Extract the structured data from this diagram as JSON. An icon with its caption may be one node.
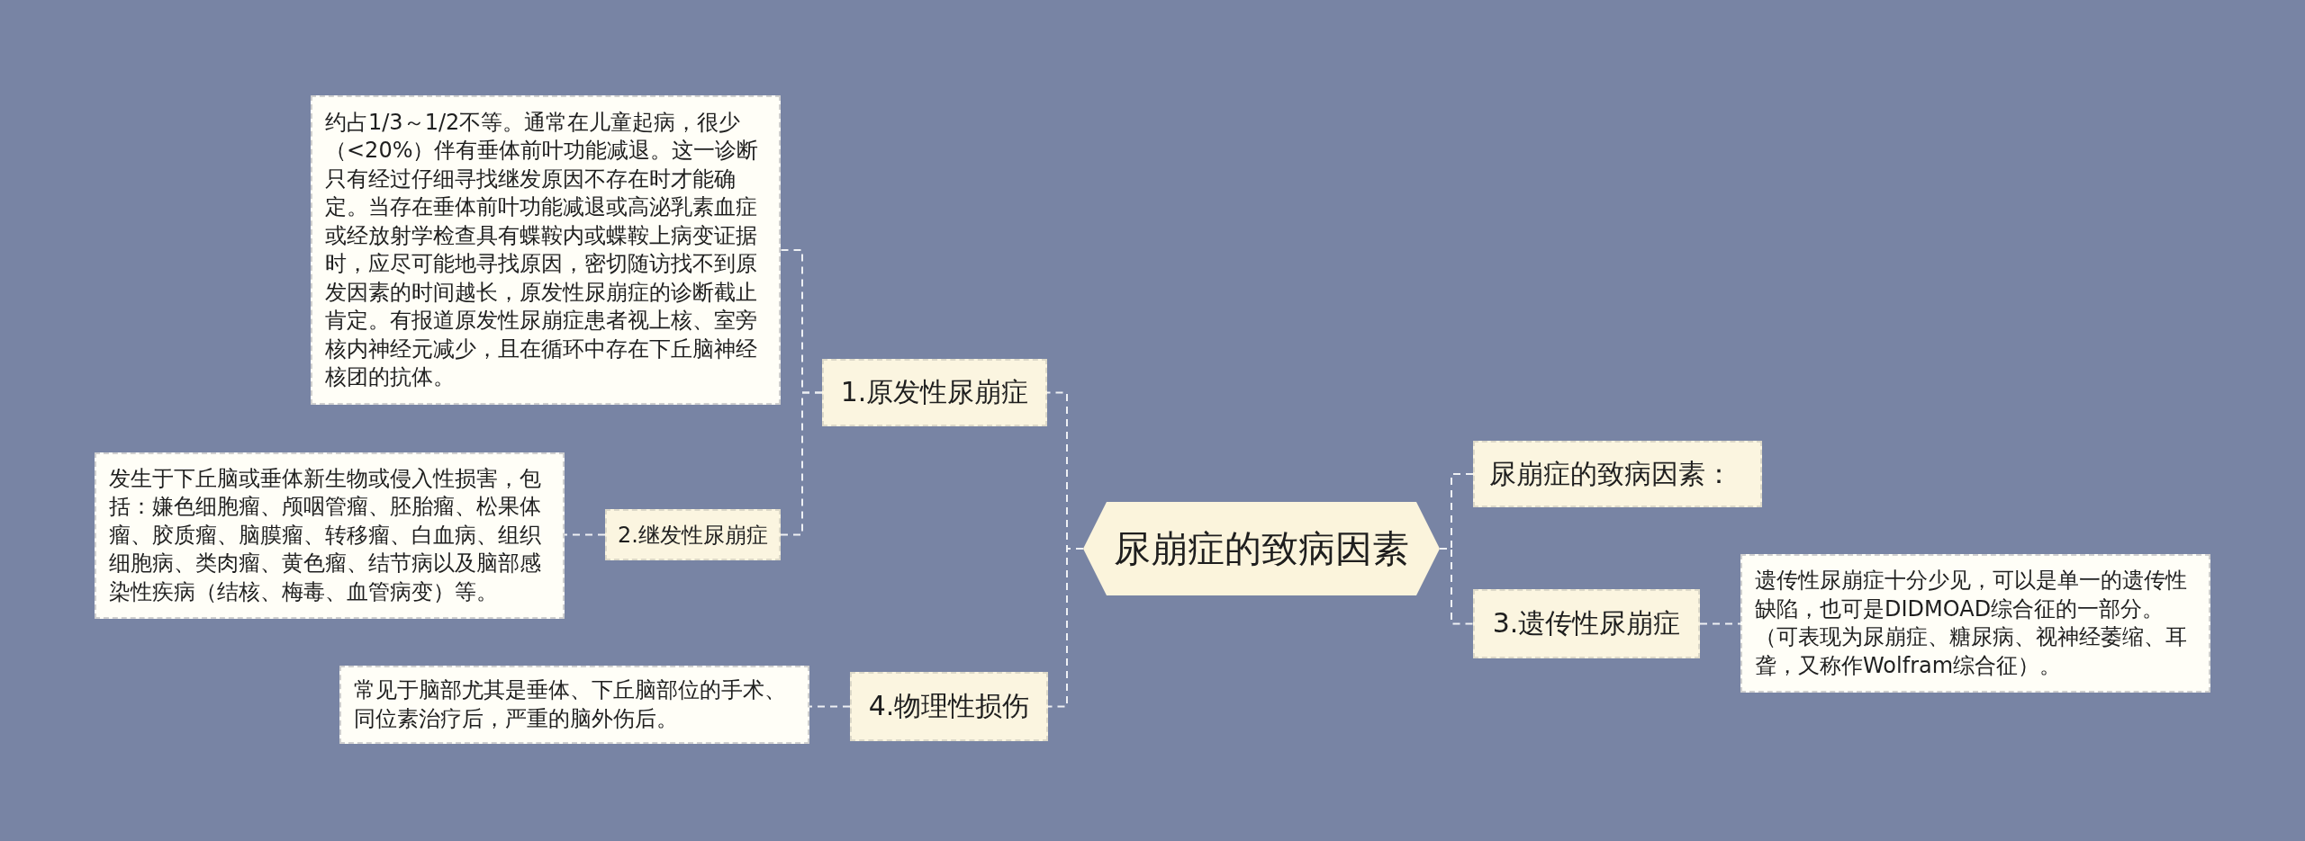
{
  "diagram": {
    "nodes": [
      {
        "text": [
          "尿崩症的致病因素"
        ]
      },
      {
        "text": [
          "1.原发性尿崩症"
        ]
      },
      {
        "text": [
          "约占1/3～1/2不等。通常在儿童起病，很少（<20%）伴有垂体前叶功能减退。这一诊断只有经过仔细寻找继发原因不存在时才能确定。当存在垂体前叶功能减退或高泌乳素血症或经放射学检查具有蝶鞍内或蝶鞍上病变证据时，应尽可能地寻找原因，密切随访找不到原发因素的时间越长，原发性尿崩症的诊断截止肯定。有报道原发性尿崩症患者视上核、室旁核内神经元减少，且在循环中存在下丘脑神经核团的抗体。"
        ]
      },
      {
        "text": [
          "2.继发性尿崩症"
        ]
      },
      {
        "text": [
          "发生于下丘脑或垂体新生物或侵入性损害，包括：嫌色细胞瘤、颅咽管瘤、胚胎瘤、松果体瘤、胶质瘤、脑膜瘤、转移瘤、白血病、组织细胞病、类肉瘤、黄色瘤、结节病以及脑部感染性疾病（结核、梅毒、血管病变）等。"
        ]
      },
      {
        "text": [
          "4.物理性损伤"
        ]
      },
      {
        "text": [
          "常见于脑部尤其是垂体、下丘脑部位的手术、同位素治疗后，严重的脑外伤后。"
        ]
      },
      {
        "text": [
          "尿崩症的致病因素："
        ]
      },
      {
        "text": [
          "3.遗传性尿崩症"
        ]
      },
      {
        "text": [
          "遗传性尿崩症十分少见，可以是单一的遗传性缺陷，也可是DIDMOAD综合征的一部分。（可表现为尿崩症、糖尿病、视神经萎缩、耳聋，又称作Wolfram综合征）。"
        ]
      }
    ],
    "edges": [
      {
        "from": 0,
        "to": 1,
        "arrow": "none"
      },
      {
        "from": 0,
        "to": 5,
        "arrow": "none"
      },
      {
        "from": 0,
        "to": 7,
        "arrow": "none"
      },
      {
        "from": 0,
        "to": 8,
        "arrow": "none"
      },
      {
        "from": 1,
        "to": 2,
        "arrow": "none"
      },
      {
        "from": 1,
        "to": 3,
        "arrow": "none"
      },
      {
        "from": 3,
        "to": 4,
        "arrow": "none"
      },
      {
        "from": 5,
        "to": 6,
        "arrow": "none"
      },
      {
        "from": 8,
        "to": 9,
        "arrow": "none"
      }
    ]
  }
}
